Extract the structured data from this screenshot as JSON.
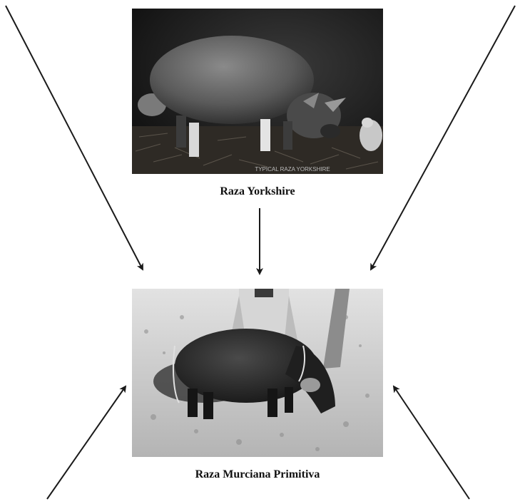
{
  "nodes": {
    "yorkshire": {
      "caption": "Raza Yorkshire",
      "photo_inscription": "TYPICAL RAZA YORKSHIRE"
    },
    "murciana": {
      "caption": "Raza Murciana Primitiva"
    }
  },
  "edges": [
    {
      "from": "top-left-corner",
      "to": "murciana"
    },
    {
      "from": "yorkshire",
      "to": "murciana"
    },
    {
      "from": "top-right-corner",
      "to": "murciana"
    },
    {
      "from": "bottom-left-corner",
      "to": "murciana"
    },
    {
      "from": "bottom-right-corner",
      "to": "murciana"
    }
  ],
  "colors": {
    "arrow": "#1a1a1a",
    "caption": "#111111"
  }
}
